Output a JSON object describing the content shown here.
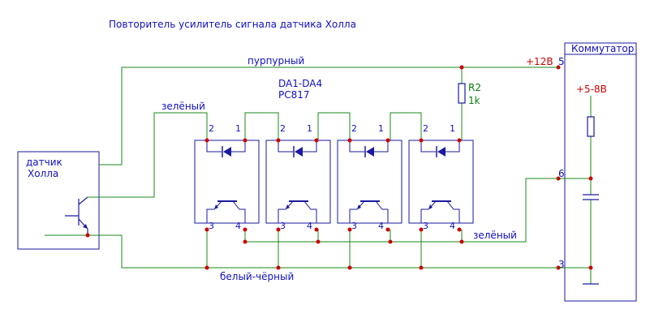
{
  "title": "Повторитель усилитель сигнала датчика Холла",
  "ic_label": {
    "name": "DA1-DA4",
    "part": "PC817"
  },
  "resistor": {
    "name": "R2",
    "value": "1k"
  },
  "switch_box": {
    "title": "Коммутатор",
    "plus12": "+12В",
    "supply": "+5-8В",
    "pin5": "5",
    "pin6": "6",
    "pin3": "3"
  },
  "sensor": {
    "line1": "датчик",
    "line2": "Холла"
  },
  "wires": {
    "purple": "пурпурный",
    "green_top": "зелёный",
    "green_bottom": "зелёный",
    "white_black": "белый-чёрный"
  },
  "opto_pins": {
    "anode": "1",
    "cathode": "2",
    "emitter": "3",
    "collector": "4"
  },
  "colors": {
    "wire": "#1a8a1a",
    "component": "#1a1aa0",
    "junction": "#cc0000",
    "label": "#1010c0"
  }
}
